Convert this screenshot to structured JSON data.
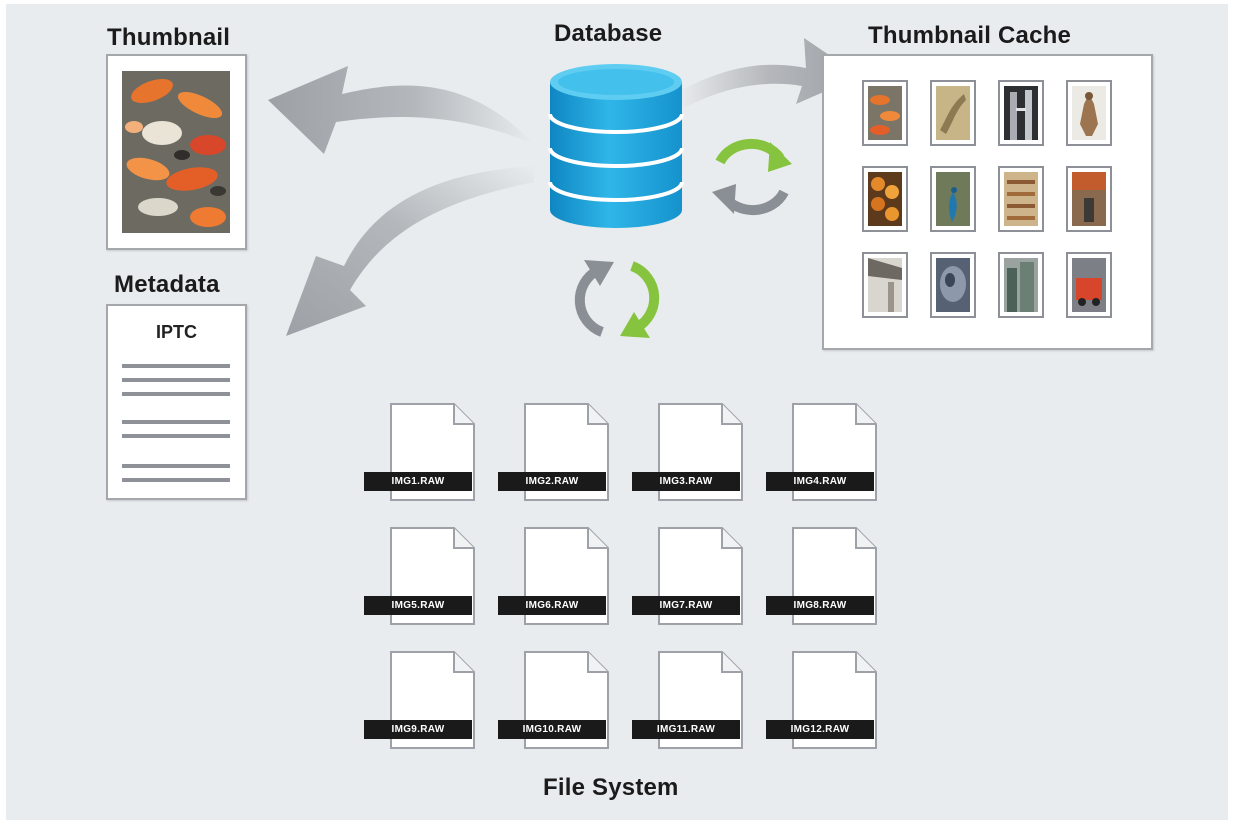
{
  "labels": {
    "thumbnail": "Thumbnail",
    "database": "Database",
    "thumbnail_cache": "Thumbnail Cache",
    "metadata": "Metadata",
    "iptc": "IPTC",
    "file_system": "File System"
  },
  "files": [
    "IMG1.RAW",
    "IMG2.RAW",
    "IMG3.RAW",
    "IMG4.RAW",
    "IMG5.RAW",
    "IMG6.RAW",
    "IMG7.RAW",
    "IMG8.RAW",
    "IMG9.RAW",
    "IMG10.RAW",
    "IMG11.RAW",
    "IMG12.RAW"
  ],
  "cache_images": [
    "koi-fish",
    "dragon-statue",
    "twin-towers",
    "warrior-statue",
    "orange-figurines",
    "peacock",
    "market-stalls",
    "street-scene",
    "temple-ceiling",
    "stone-sculpture",
    "city-buildings",
    "red-truck"
  ],
  "colors": {
    "background": "#e9ecef",
    "database": "#1a9fd6",
    "sync_green": "#86c43f",
    "sync_gray": "#8a8f95",
    "arrow_gray": "#a5a8ac",
    "label_bar": "#1a1a1a"
  }
}
